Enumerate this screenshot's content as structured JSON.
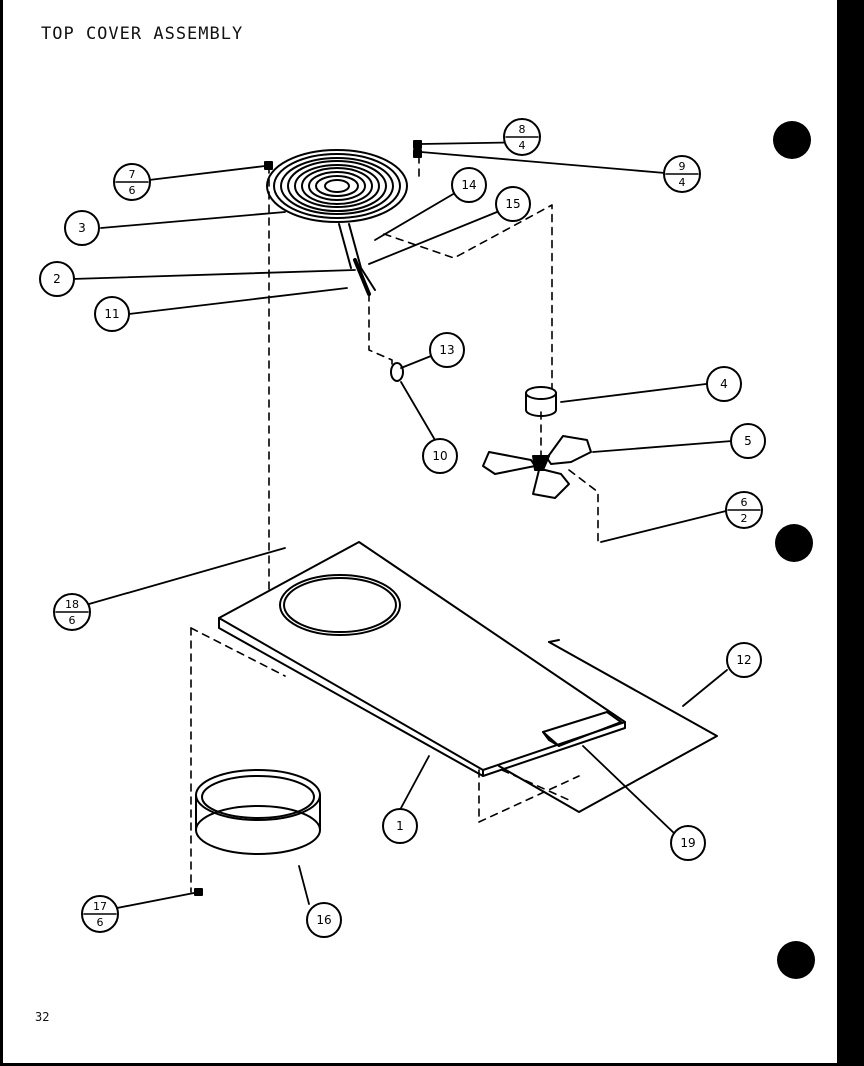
{
  "title": "TOP COVER ASSEMBLY",
  "page_number": "32",
  "callouts": [
    {
      "id": "c1",
      "label": "1"
    },
    {
      "id": "c2",
      "label": "2"
    },
    {
      "id": "c3",
      "label": "3"
    },
    {
      "id": "c4",
      "label": "4"
    },
    {
      "id": "c5",
      "label": "5"
    },
    {
      "id": "c10",
      "label": "10"
    },
    {
      "id": "c11",
      "label": "11"
    },
    {
      "id": "c12",
      "label": "12"
    },
    {
      "id": "c13",
      "label": "13"
    },
    {
      "id": "c14",
      "label": "14"
    },
    {
      "id": "c15",
      "label": "15"
    },
    {
      "id": "c16",
      "label": "16"
    },
    {
      "id": "c19",
      "label": "19"
    },
    {
      "id": "f7_6",
      "top": "7",
      "bottom": "6"
    },
    {
      "id": "f8_4",
      "top": "8",
      "bottom": "4"
    },
    {
      "id": "f9_4",
      "top": "9",
      "bottom": "4"
    },
    {
      "id": "f6_2",
      "top": "6",
      "bottom": "2"
    },
    {
      "id": "f18_6",
      "top": "18",
      "bottom": "6"
    },
    {
      "id": "f17_6",
      "top": "17",
      "bottom": "6"
    }
  ]
}
